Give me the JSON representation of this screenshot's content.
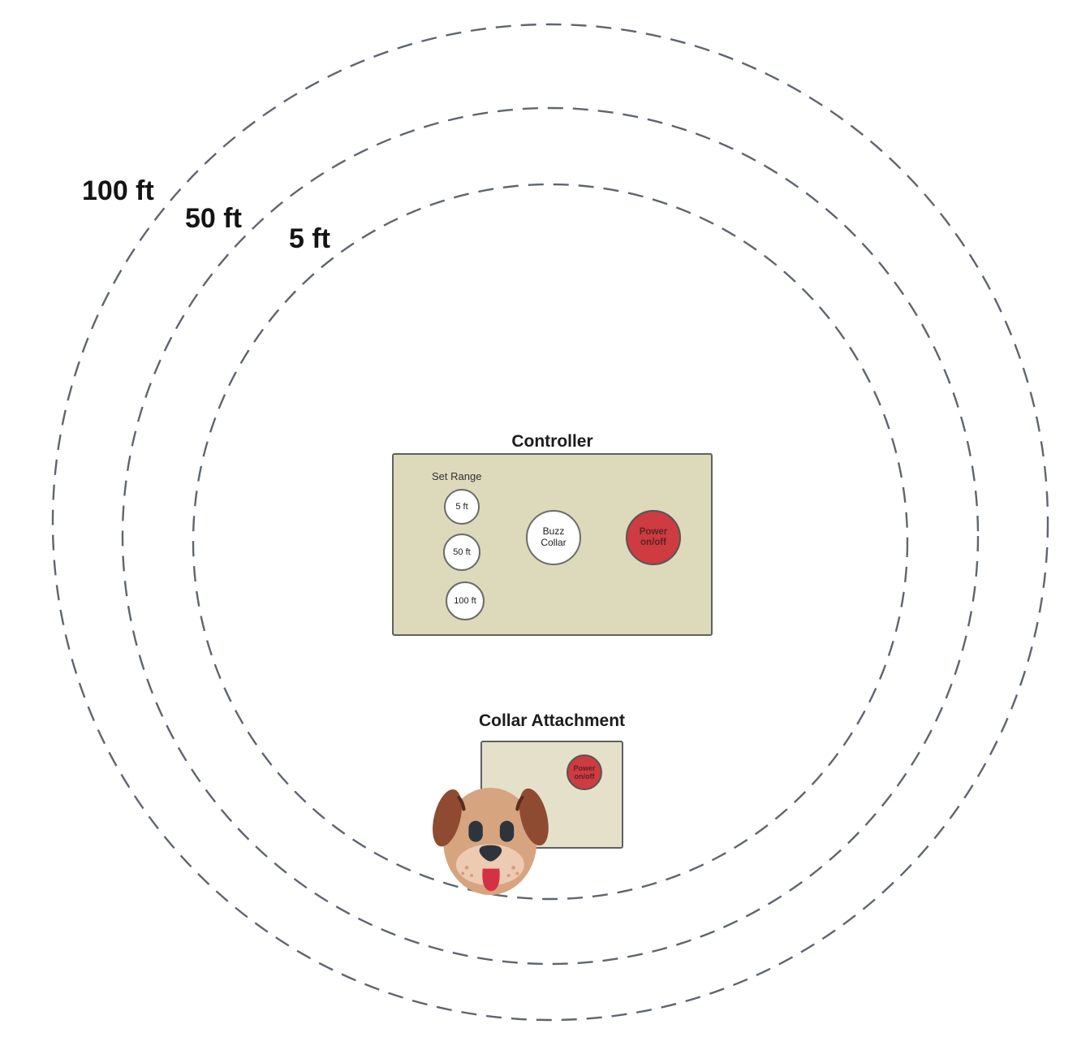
{
  "rings": {
    "labels": [
      {
        "text": "100 ft"
      },
      {
        "text": "50 ft"
      },
      {
        "text": "5 ft"
      }
    ],
    "dash_color": "#5F6570"
  },
  "controller": {
    "title": "Controller",
    "set_range_label": "Set Range",
    "range_buttons": [
      {
        "label": "5 ft"
      },
      {
        "label": "50 ft"
      },
      {
        "label": "100 ft"
      }
    ],
    "buzz_button_label": "Buzz Collar",
    "power_button_label": "Power on/off"
  },
  "collar": {
    "title": "Collar Attachment",
    "power_button_label": "Power on/off"
  },
  "icons": {
    "dog_face": "dog-face-icon"
  },
  "colors": {
    "controller_panel_fill": "#DDD9BB",
    "collar_panel_fill": "#E4E0CA",
    "panel_border": "#606060",
    "button_fill": "#FFFFFF",
    "button_border": "#6B6B6B",
    "power_button_red": "#CE3B40",
    "power_button_text": "#5D2327",
    "ring_dash": "#5F6570",
    "label_text": "#141414"
  }
}
